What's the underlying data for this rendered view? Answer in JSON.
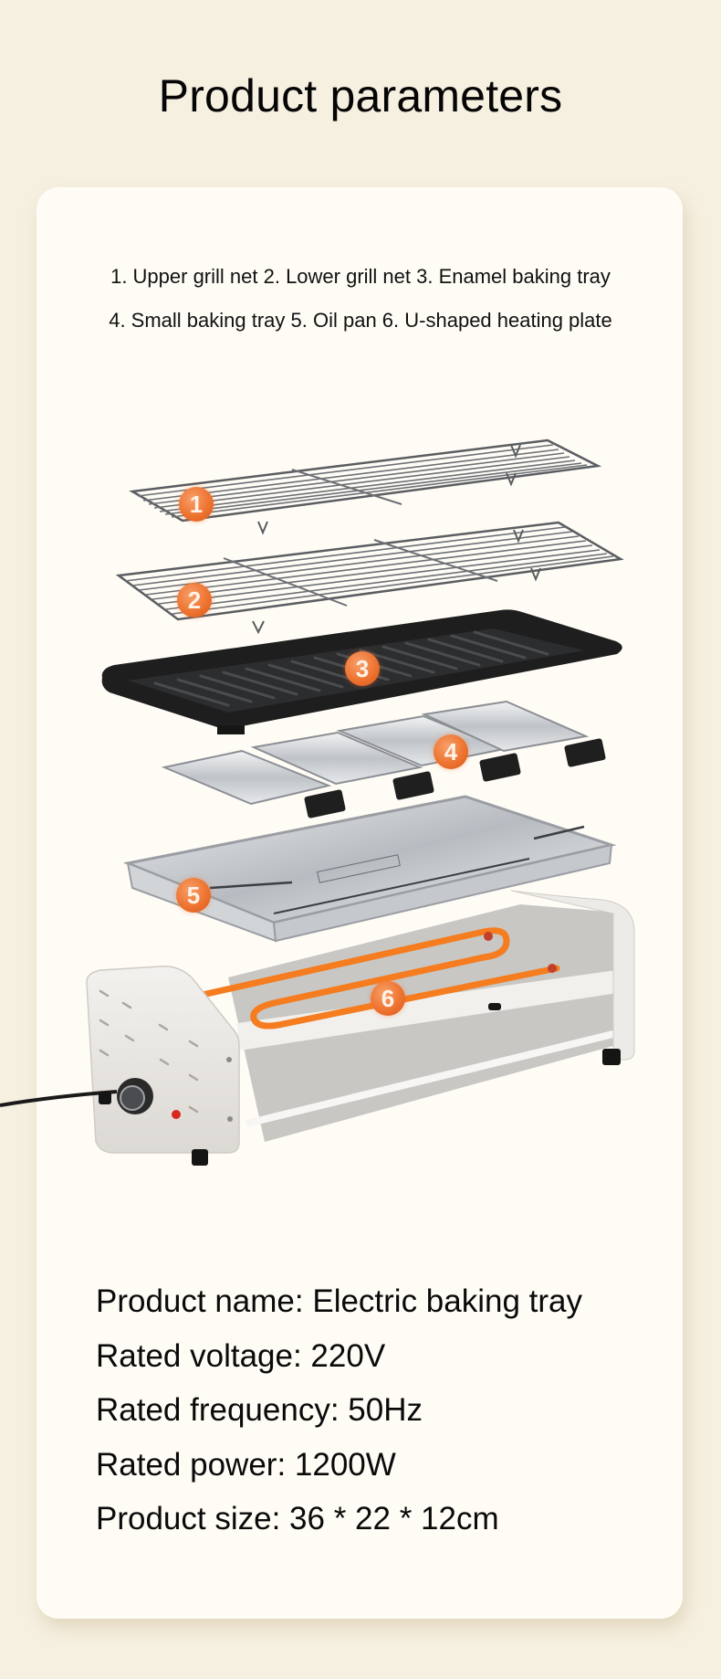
{
  "header": {
    "title": "Product parameters"
  },
  "legend": {
    "line1": "1. Upper grill net  2. Lower grill net 3. Enamel baking tray",
    "line2": "4. Small baking tray  5. Oil pan  6. U-shaped heating plate",
    "parts": [
      {
        "number": "1",
        "name": "Upper grill net"
      },
      {
        "number": "2",
        "name": "Lower grill net"
      },
      {
        "number": "3",
        "name": "Enamel baking tray"
      },
      {
        "number": "4",
        "name": "Small baking tray"
      },
      {
        "number": "5",
        "name": "Oil pan"
      },
      {
        "number": "6",
        "name": "U-shaped heating plate"
      }
    ]
  },
  "diagram": {
    "badges": [
      "1",
      "2",
      "3",
      "4",
      "5",
      "6"
    ],
    "badge_color": "#ee7330",
    "heater_color": "#f57c1f",
    "tray_color": "#1f1f1f",
    "steel_color": "#c9ccd0"
  },
  "specs": [
    {
      "label": "Product name",
      "value": "Electric baking tray",
      "text": "Product name: Electric baking tray"
    },
    {
      "label": "Rated voltage",
      "value": "220V",
      "text": "Rated voltage: 220V"
    },
    {
      "label": "Rated frequency",
      "value": "50Hz",
      "text": "Rated frequency: 50Hz"
    },
    {
      "label": "Rated power",
      "value": "1200W",
      "text": "Rated power: 1200W"
    },
    {
      "label": "Product size",
      "value": "36 * 22 * 12cm",
      "text": "Product size: 36 * 22 * 12cm"
    }
  ],
  "colors": {
    "page_background": "#f6f0e1",
    "card_background": "#fffcf6",
    "text": "#0a0a0a"
  }
}
